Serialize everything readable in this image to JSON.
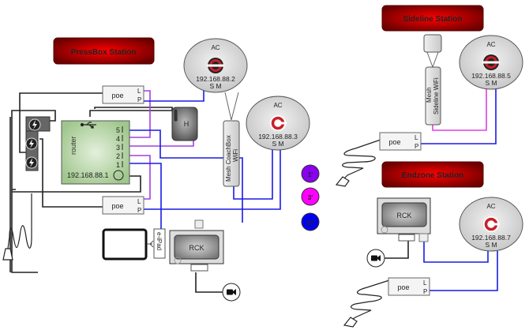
{
  "stations": {
    "pressbox": {
      "title": "PressBox Station"
    },
    "sideline": {
      "title": "Sideline Station"
    },
    "endzone": {
      "title": "Endzone Station"
    }
  },
  "access_points": [
    {
      "id": "ac1",
      "label": "AC",
      "ip": "192.168.88.2",
      "ports": "S M"
    },
    {
      "id": "ac2",
      "label": "AC",
      "ip": "192.168.88.3",
      "ports": "S M"
    },
    {
      "id": "ac3",
      "label": "AC",
      "ip": "192.168.88.5",
      "ports": "S M"
    },
    {
      "id": "ac4",
      "label": "AC",
      "ip": "192.168.88.7",
      "ports": "S M"
    }
  ],
  "router": {
    "label": "router",
    "ip": "192.168.88.1",
    "ports": [
      "5",
      "4",
      "3",
      "2",
      "1"
    ]
  },
  "poe": {
    "label": "poe",
    "port_l": "L",
    "port_p": "P"
  },
  "hub": {
    "label": "H"
  },
  "mesh": {
    "coachbox_line1": "Mesh CoachBox",
    "coachbox_line2": "WiFi",
    "sideline_line1": "Mesh",
    "sideline_line2": "Sideline  WiFi"
  },
  "rck": {
    "label": "RCK"
  },
  "ipad": {
    "label": "e-iPad"
  },
  "cable_legend": [
    {
      "label": "1'",
      "color": "#8800ee"
    },
    {
      "label": "3'",
      "color": "#ff00ff"
    },
    {
      "label": "10'",
      "color": "#0000ee"
    }
  ],
  "colors": {
    "blue_cable": "#1a1ae6",
    "purple_cable": "#a040e0",
    "magenta_cable": "#e040e0",
    "station_banner": "#b00000",
    "ac_logo_red": "#c8202a"
  }
}
